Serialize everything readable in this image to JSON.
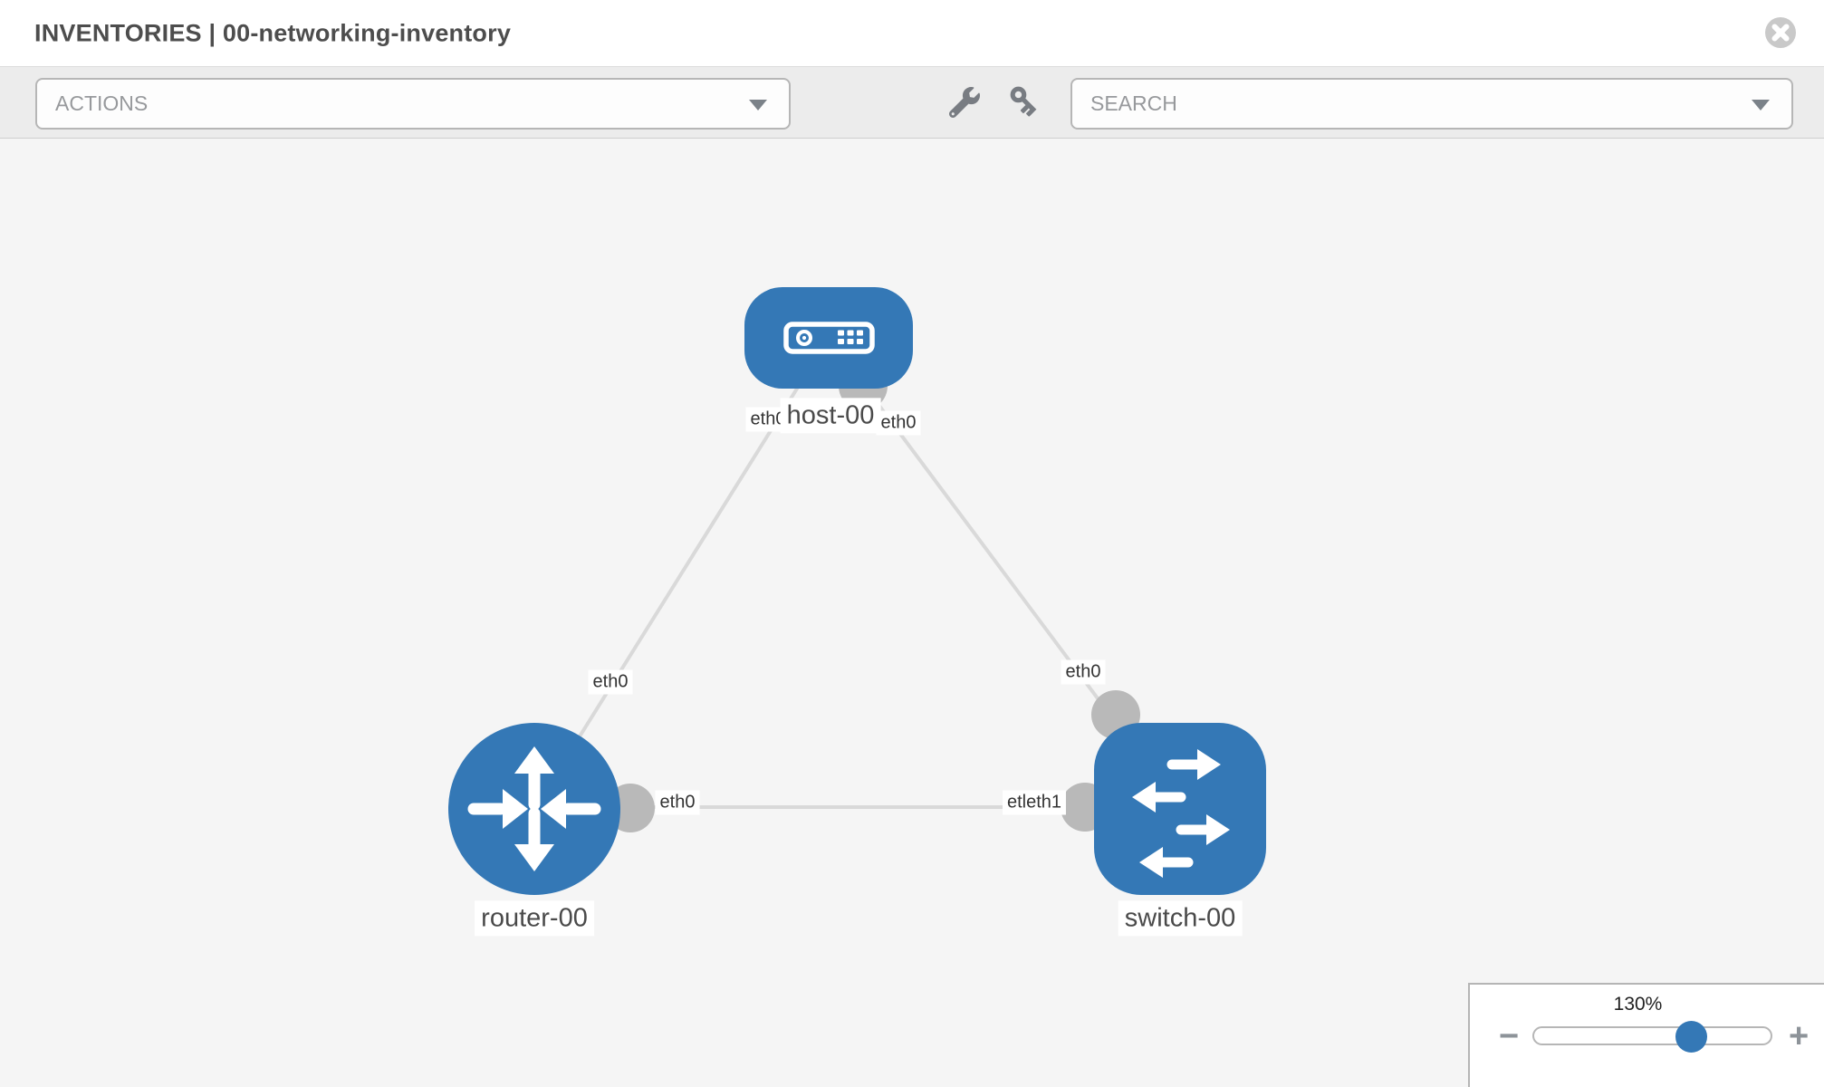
{
  "header": {
    "title": "INVENTORIES | 00-networking-inventory"
  },
  "toolbar": {
    "actions_label": "ACTIONS",
    "search_label": "SEARCH",
    "tools": [
      "wrench",
      "key"
    ]
  },
  "topology": {
    "nodes": [
      {
        "label": "host-00",
        "type": "host"
      },
      {
        "label": "router-00",
        "type": "router"
      },
      {
        "label": "switch-00",
        "type": "switch"
      }
    ],
    "interface_labels": [
      "eth0",
      "eth0",
      "eth0",
      "eth0",
      "eth0",
      "etleth1"
    ],
    "links": [
      {
        "from": "host-00",
        "to": "router-00"
      },
      {
        "from": "host-00",
        "to": "switch-00"
      },
      {
        "from": "router-00",
        "to": "switch-00"
      }
    ]
  },
  "zoom_panel": {
    "level": "130%",
    "zoom_out_label": "−",
    "zoom_in_label": "+"
  },
  "colors": {
    "node_blue": "#3478b6",
    "link_gray": "#d9d9d9",
    "port_gray": "#b9b9b9",
    "canvas_bg": "#f5f5f5",
    "toolbar_bg": "#ececec"
  }
}
